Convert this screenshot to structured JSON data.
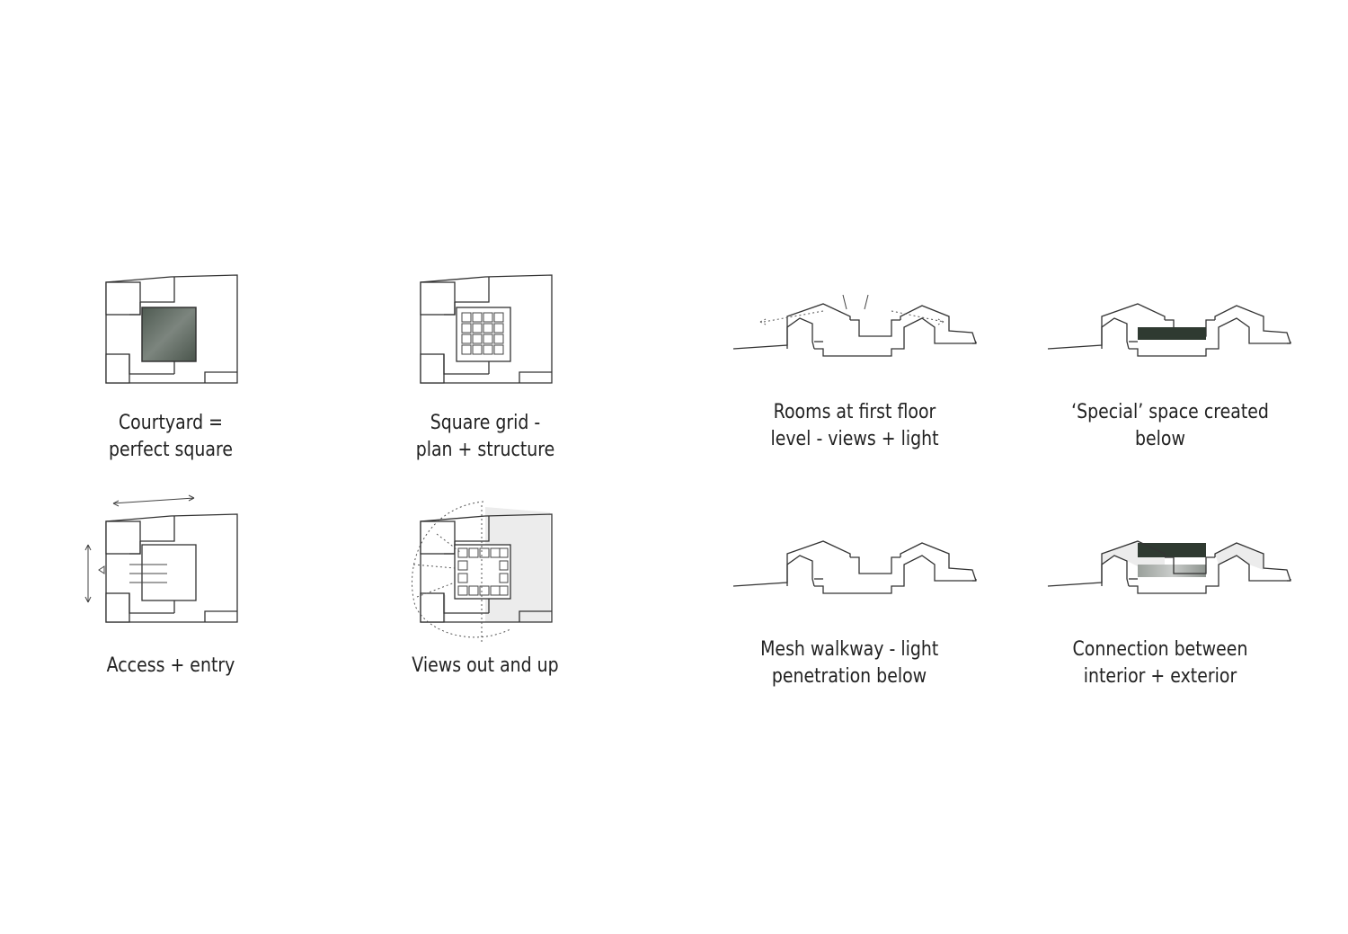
{
  "diagrams": [
    {
      "id": "courtyard",
      "caption": [
        "Courtyard =",
        "perfect square"
      ]
    },
    {
      "id": "square-grid",
      "caption": [
        "Square grid -",
        "plan + structure"
      ]
    },
    {
      "id": "rooms-first-floor",
      "caption": [
        "Rooms at first floor",
        "level - views + light"
      ]
    },
    {
      "id": "special-space",
      "caption": [
        "‘Special’ space created",
        "below"
      ]
    },
    {
      "id": "access-entry",
      "caption": [
        "Access + entry"
      ]
    },
    {
      "id": "views-out",
      "caption": [
        "Views out and up"
      ]
    },
    {
      "id": "mesh-walkway",
      "caption": [
        "Mesh walkway - light",
        "penetration below"
      ]
    },
    {
      "id": "connection",
      "caption": [
        "Connection between",
        "interior + exterior"
      ]
    }
  ],
  "colors": {
    "line": "#333333",
    "dark-fill": "#2f3a31",
    "grey-fill": "#ececec",
    "courtyard-fill": "#5d685f"
  }
}
